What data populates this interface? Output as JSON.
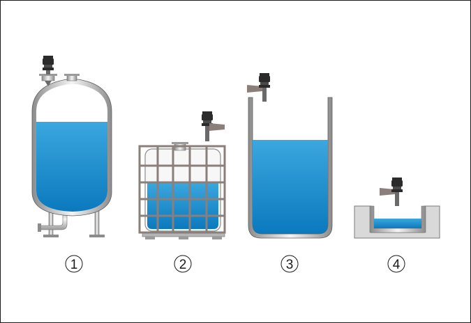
{
  "colors": {
    "frame": "#1a1a1a",
    "vessel_steel_light": "#f2f2f2",
    "vessel_steel_dark": "#8c8c8c",
    "liquid_top": "#3ba7df",
    "liquid_bottom": "#0b79be",
    "cage_bar": "#8a7f7a",
    "concrete": "#d9d9d9",
    "sensor_body": "#2b2b2b"
  },
  "installations": [
    {
      "id": "1",
      "label": "1",
      "icon": "pressure-tank-with-top-mounted-sensor"
    },
    {
      "id": "2",
      "label": "2",
      "icon": "ibc-container-with-side-bracket-sensor"
    },
    {
      "id": "3",
      "label": "3",
      "icon": "open-vessel-with-side-bracket-sensor"
    },
    {
      "id": "4",
      "label": "4",
      "icon": "channel-basin-with-bracket-sensor"
    }
  ]
}
